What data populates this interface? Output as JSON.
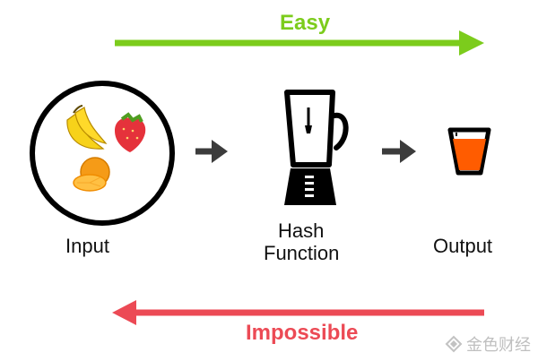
{
  "top_arrow": {
    "label": "Easy",
    "color": "#7ccc1c"
  },
  "bottom_arrow": {
    "label": "Impossible",
    "color": "#ec4a55"
  },
  "input": {
    "label": "Input",
    "icon": "fruit-bowl-icon"
  },
  "function": {
    "label_line1": "Hash",
    "label_line2": "Function",
    "icon": "blender-icon"
  },
  "output": {
    "label": "Output",
    "icon": "juice-glass-icon"
  },
  "watermark": {
    "text": "金色财经"
  }
}
